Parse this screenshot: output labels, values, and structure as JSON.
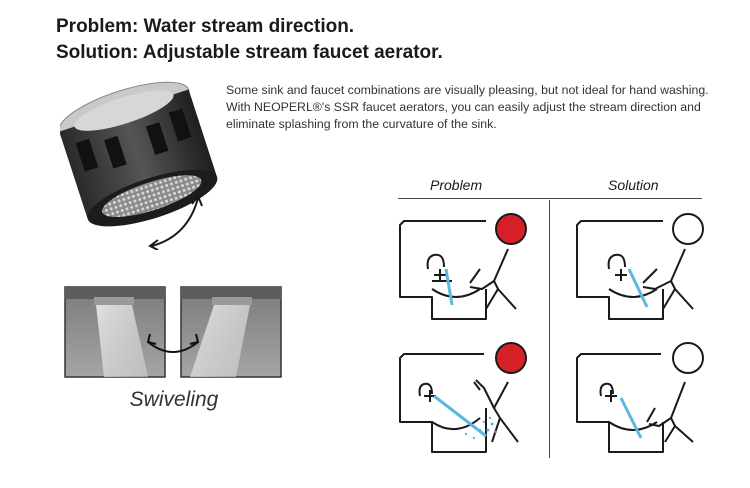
{
  "header": {
    "line1": "Problem: Water stream direction.",
    "line2": "Solution: Adjustable stream faucet aerator."
  },
  "description": "Some sink and faucet combinations are visually pleasing, but not ideal for hand washing. With NEOPERL®'s SSR faucet aerators, you can easily adjust the stream direction and eliminate splashing from the curvature of the sink.",
  "swivel": {
    "label": "Swiveling"
  },
  "columns": {
    "problem": "Problem",
    "solution": "Solution"
  },
  "colors": {
    "problem_indicator": "#d62027",
    "solution_indicator": "#ffffff",
    "water": "#5bb8e0",
    "line": "#1a1a1a"
  }
}
